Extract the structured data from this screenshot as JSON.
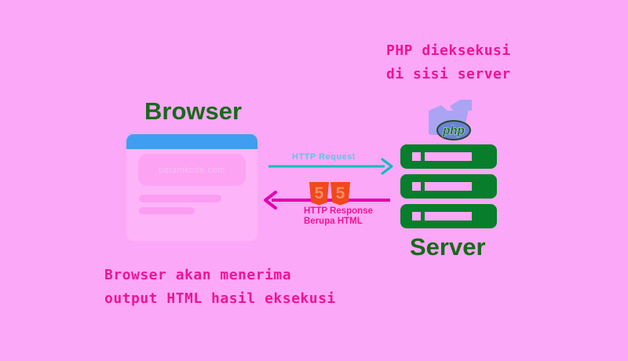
{
  "annotations": {
    "top_note_line1": "PHP dieksekusi",
    "top_note_line2": "di sisi server",
    "bottom_note_line1": "Browser akan menerima",
    "bottom_note_line2": "output HTML hasil eksekusi"
  },
  "browser": {
    "title": "Browser",
    "address": "petanikode.com"
  },
  "server": {
    "title": "Server"
  },
  "arrows": {
    "request_label": "HTTP Request",
    "response_label_line1": "HTTP Response",
    "response_label_line2": "Berupa HTML"
  },
  "icons": {
    "php_logo_text": "php",
    "html5_shield_text": "5"
  },
  "colors": {
    "background": "#fca8f8",
    "title_green": "#176918",
    "server_green": "#077e2b",
    "request_arrow_teal": "#0cbcbe",
    "request_label_cyan": "#63c3e3",
    "response_arrow_magenta": "#e203ad",
    "annotation_magenta": "#ee1495",
    "browser_bar_blue": "#3f9ef0",
    "browser_body_pink": "#feb4f8",
    "html5_orange": "#f1481c",
    "folder_lavender": "#aba4f3",
    "php_ellipse_blue": "#6e82d6"
  }
}
